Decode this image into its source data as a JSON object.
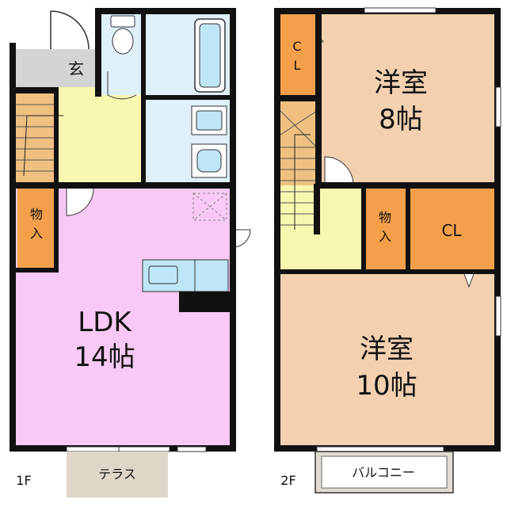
{
  "floor_1": {
    "label": "1F",
    "entrance": "玄",
    "storage": "物入",
    "ldk_name": "LDK",
    "ldk_size": "14帖",
    "terrace": "テラス"
  },
  "floor_2": {
    "label": "2F",
    "closet_small": "CL",
    "western_room_a_name": "洋室",
    "western_room_a_size": "8帖",
    "storage": "物入",
    "closet": "CL",
    "western_room_b_name": "洋室",
    "western_room_b_size": "10帖",
    "balcony": "バルコニー"
  },
  "colors": {
    "wall": "#111111",
    "ldk_floor": "#f7c9f4",
    "entry_corridor": "#f7f7b0",
    "wet_area": "#dff0fb",
    "room_floor": "#f2d0b0",
    "closet": "#f4a04a",
    "stairs": "#f0c080",
    "entrance_floor": "#d4d4d4",
    "terrace": "#e0d6c8",
    "balcony": "#e0dcd4"
  }
}
